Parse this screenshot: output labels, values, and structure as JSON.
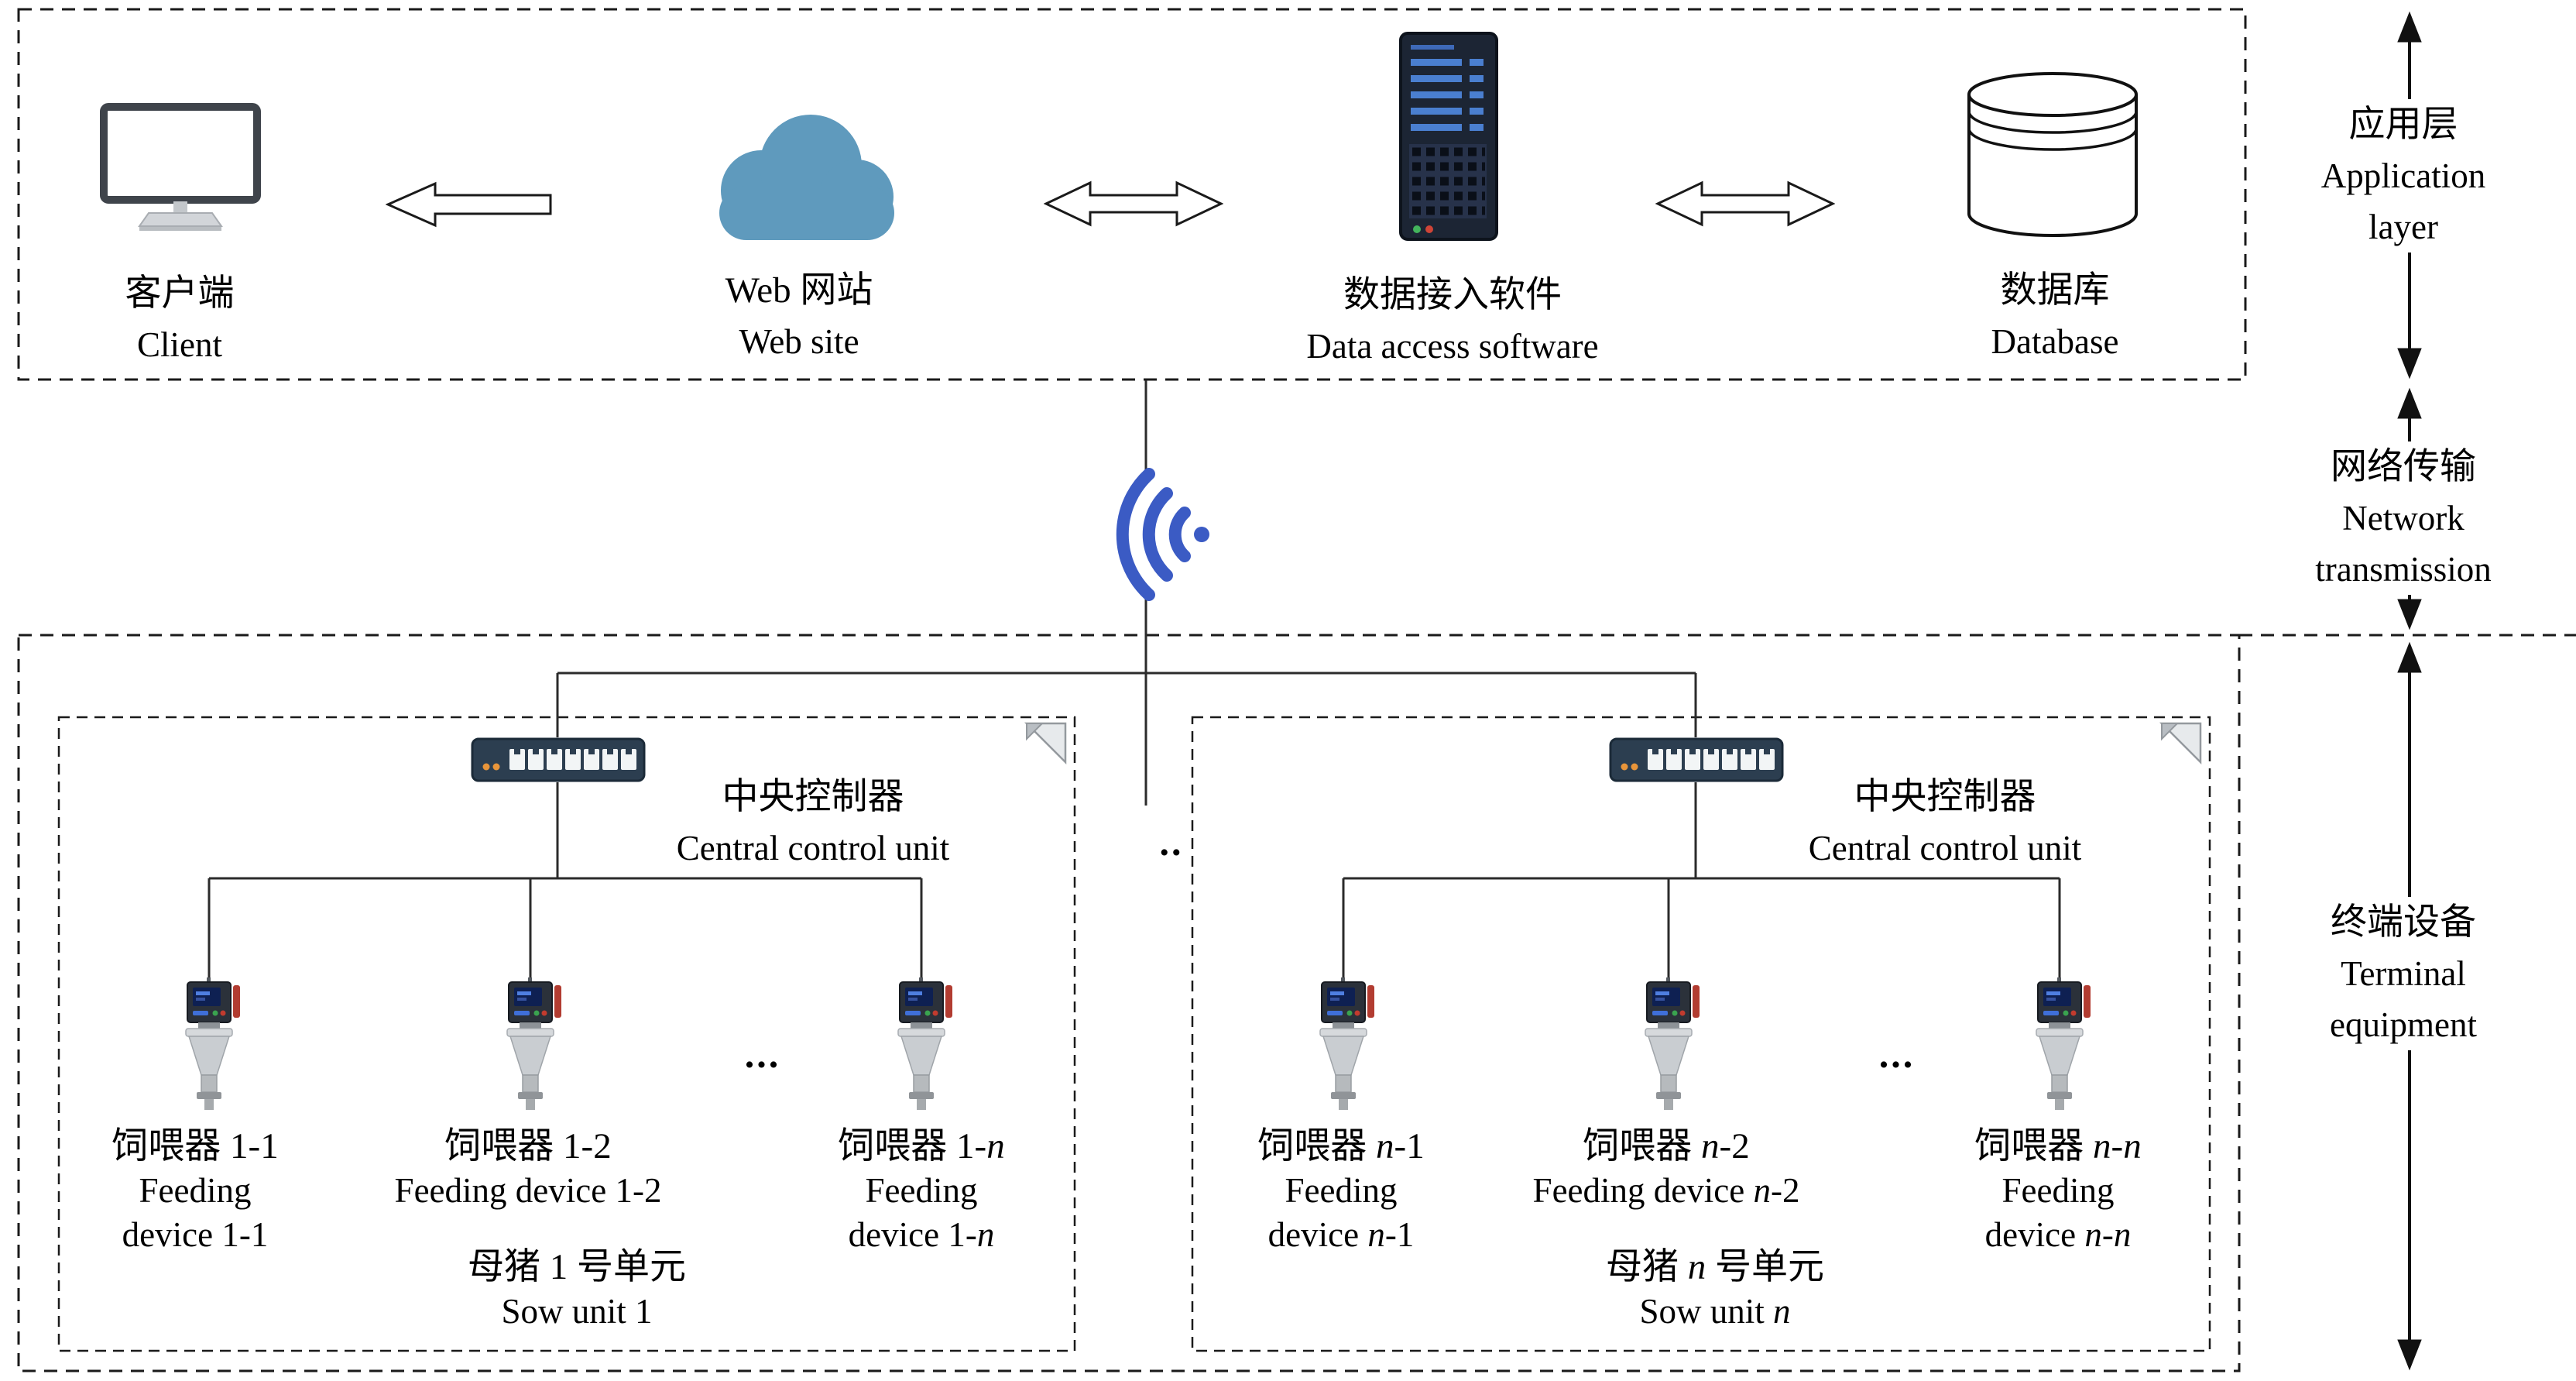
{
  "figure": {
    "type": "system-architecture-diagram",
    "between_units_ellipsis": ".."
  },
  "application_layer": {
    "client": {
      "zh": "客户端",
      "en": "Client"
    },
    "website": {
      "zh": "Web 网站",
      "en": "Web site"
    },
    "data_access": {
      "zh": "数据接入软件",
      "en": "Data access software"
    },
    "database": {
      "zh": "数据库",
      "en": "Database"
    }
  },
  "side_labels": {
    "application": {
      "zh": "应用层",
      "en": "Application layer"
    },
    "network": {
      "zh": "网络传输",
      "en": "Network transmission"
    },
    "terminal": {
      "zh": "终端设备",
      "en": "Terminal equipment"
    }
  },
  "units": [
    {
      "controller": {
        "zh": "中央控制器",
        "en": "Central control unit"
      },
      "devices": [
        {
          "zh": "饲喂器 1-1",
          "en": "Feeding device 1-1"
        },
        {
          "zh": "饲喂器 1-2",
          "en": "Feeding device 1-2"
        },
        {
          "zh": "饲喂器 1-*n*",
          "en": "Feeding device 1-*n*"
        }
      ],
      "ellipsis": "...",
      "unit_label": {
        "zh": "母猪 1 号单元",
        "en": "Sow unit 1"
      }
    },
    {
      "controller": {
        "zh": "中央控制器",
        "en": "Central control unit"
      },
      "devices": [
        {
          "zh": "饲喂器 *n*-1",
          "en": "Feeding device *n*-1"
        },
        {
          "zh": "饲喂器 *n*-2",
          "en": "Feeding device *n*-2"
        },
        {
          "zh": "饲喂器 *n*-*n*",
          "en": "Feeding device *n*-*n*"
        }
      ],
      "ellipsis": "...",
      "unit_label": {
        "zh": "母猪 *n* 号单元",
        "en": "Sow unit *n*"
      }
    }
  ],
  "icons": {
    "client": "desktop-monitor-icon",
    "website": "cloud-icon",
    "data_access": "server-tower-icon",
    "database": "database-cylinder-icon",
    "network": "wifi-signal-icon",
    "controller": "network-switch-icon",
    "device": "feeding-device-icon",
    "unit_corner": "page-corner-icon",
    "flow": "hollow-arrow-icon"
  },
  "colors": {
    "cloud": "#5F9ABD",
    "wifi": "#3B5BC4",
    "server_body": "#1C2534",
    "server_accent": "#4A7FD0",
    "switch_body": "#2C3E50",
    "led_orange": "#E8953A",
    "line": "#2B2B2B",
    "background": "#FFFFFF"
  }
}
